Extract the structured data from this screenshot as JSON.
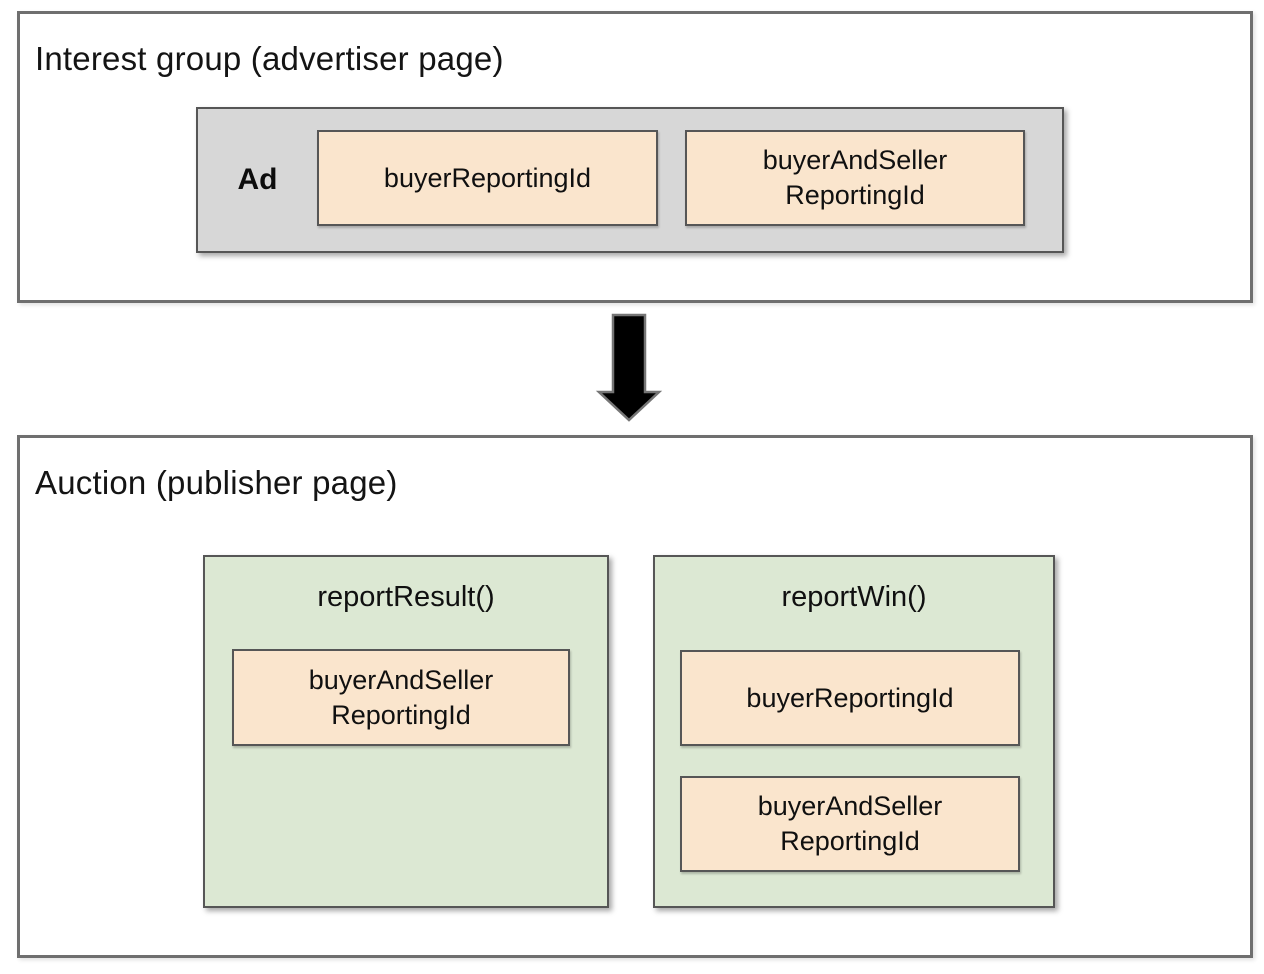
{
  "interest_group": {
    "title": "Interest group (advertiser page)",
    "ad_label": "Ad",
    "chips": [
      "buyerReportingId",
      "buyerAndSeller\nReportingId"
    ]
  },
  "arrow": {
    "name": "down-arrow",
    "direction": "down"
  },
  "auction": {
    "title": "Auction (publisher page)",
    "functions": [
      {
        "name": "reportResult()",
        "chips": [
          "buyerAndSeller\nReportingId"
        ]
      },
      {
        "name": "reportWin()",
        "chips": [
          "buyerReportingId",
          "buyerAndSeller\nReportingId"
        ]
      }
    ]
  },
  "colors": {
    "chip_fill": "#FAE5CD",
    "chip_border": "#565656",
    "ad_fill": "#D7D7D7",
    "function_fill": "#DCE8D3",
    "panel_border": "#6F6F6F",
    "arrow_fill": "#000000",
    "arrow_outline": "#757575",
    "text": "#121212"
  }
}
